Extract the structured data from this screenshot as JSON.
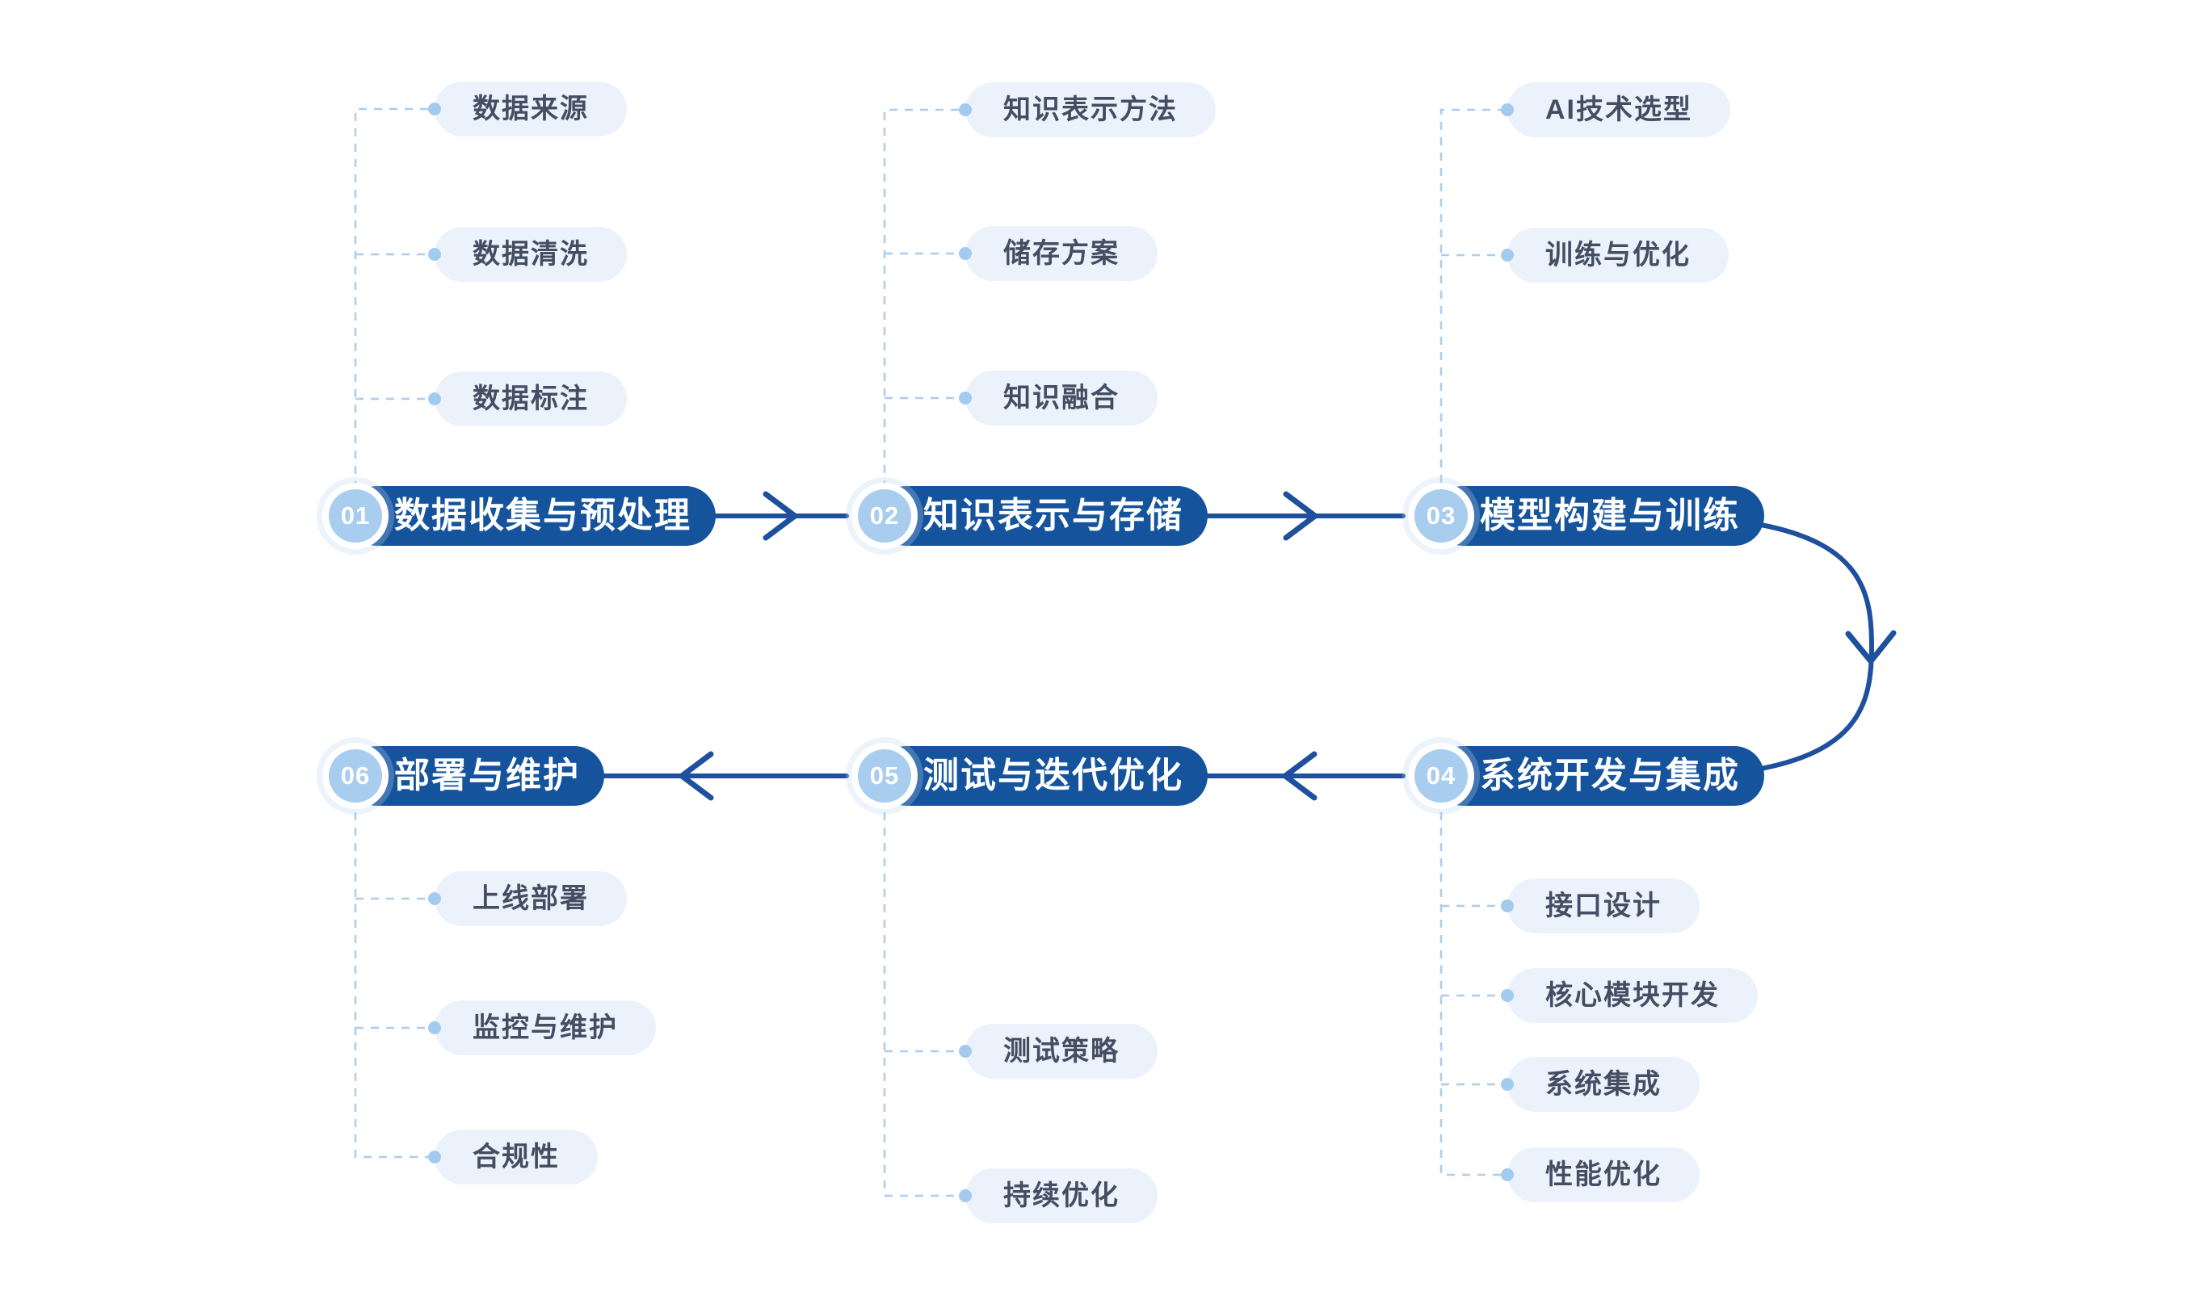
{
  "diagram": {
    "type": "flowchart",
    "palette": {
      "primary_pill": "#15549D",
      "arrow": "#1E509E",
      "badge_fill": "#A9CDEE",
      "badge_text": "#FFFFFF",
      "sub_pill_bg": "#ECF2FB",
      "sub_pill_text": "#434E62",
      "dashed_connector": "#ADCDEA",
      "dot": "#A3CBEE",
      "background": "#FFFFFF"
    },
    "connections": [
      {
        "from": "01",
        "to": "02"
      },
      {
        "from": "02",
        "to": "03"
      },
      {
        "from": "03",
        "to": "04"
      },
      {
        "from": "04",
        "to": "05"
      },
      {
        "from": "05",
        "to": "06"
      }
    ]
  },
  "stages": [
    {
      "number": "01",
      "title": "数据收集与预处理",
      "items": [
        "数据来源",
        "数据清洗",
        "数据标注"
      ]
    },
    {
      "number": "02",
      "title": "知识表示与存储",
      "items": [
        "知识表示方法",
        "储存方案",
        "知识融合"
      ]
    },
    {
      "number": "03",
      "title": "模型构建与训练",
      "items": [
        "AI技术选型",
        "训练与优化"
      ]
    },
    {
      "number": "04",
      "title": "系统开发与集成",
      "items": [
        "接口设计",
        "核心模块开发",
        "系统集成",
        "性能优化"
      ]
    },
    {
      "number": "05",
      "title": "测试与迭代优化",
      "items": [
        "测试策略",
        "持续优化"
      ]
    },
    {
      "number": "06",
      "title": "部署与维护",
      "items": [
        "上线部署",
        "监控与维护",
        "合规性"
      ]
    }
  ]
}
